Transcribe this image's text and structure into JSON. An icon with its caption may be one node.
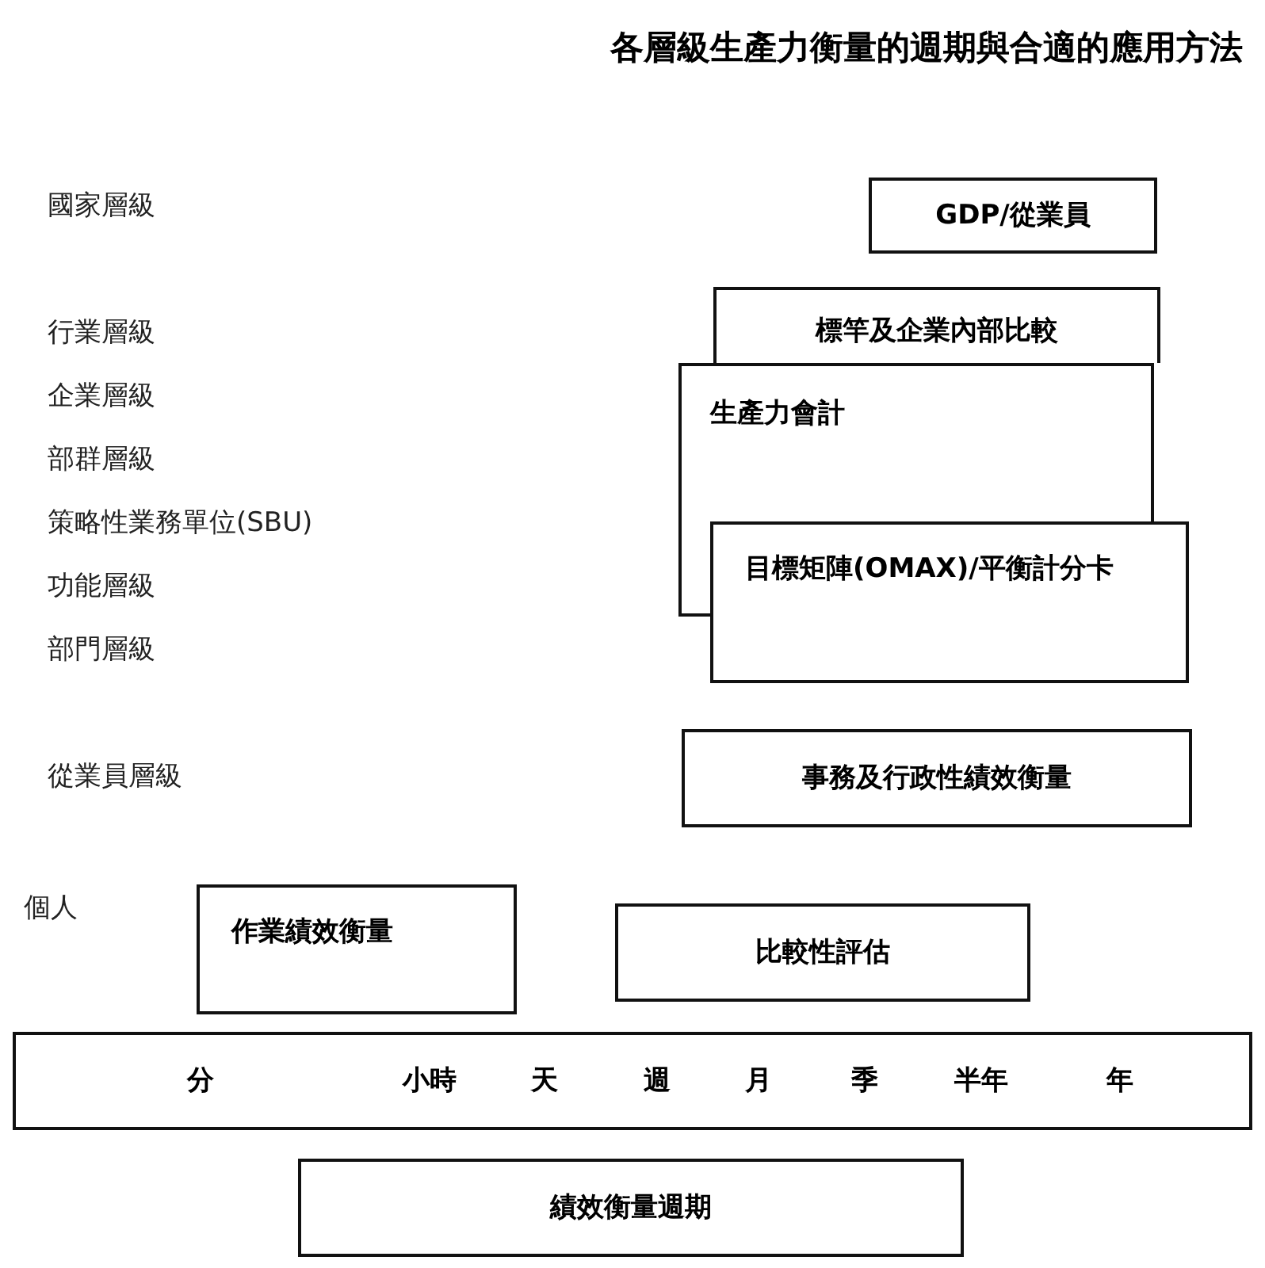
{
  "diagram": {
    "title": "各層級生產力衡量的週期與合適的應用方法",
    "nodes": [
      {
        "text": [
          "GDP/從業員"
        ]
      },
      {
        "text": [
          "標竿及企業內部比較"
        ]
      },
      {
        "text": [
          "生產力會計"
        ]
      },
      {
        "text": [
          "目標矩陣(OMAX)/平衡計分卡"
        ]
      },
      {
        "text": [
          "事務及行政性績效衡量"
        ]
      },
      {
        "text": [
          "作業績效衡量"
        ]
      },
      {
        "text": [
          "比較性評估"
        ]
      },
      {
        "text": [
          "分",
          "小時",
          "天",
          "週",
          "月",
          "季",
          "半年",
          "年"
        ]
      },
      {
        "text": [
          "績效衡量週期"
        ]
      }
    ],
    "labels": [
      "國家層級",
      "行業層級",
      "企業層級",
      "部群層級",
      "策略性業務單位(SBU)",
      "功能層級",
      "部門層級",
      "從業員層級",
      "個人"
    ]
  }
}
